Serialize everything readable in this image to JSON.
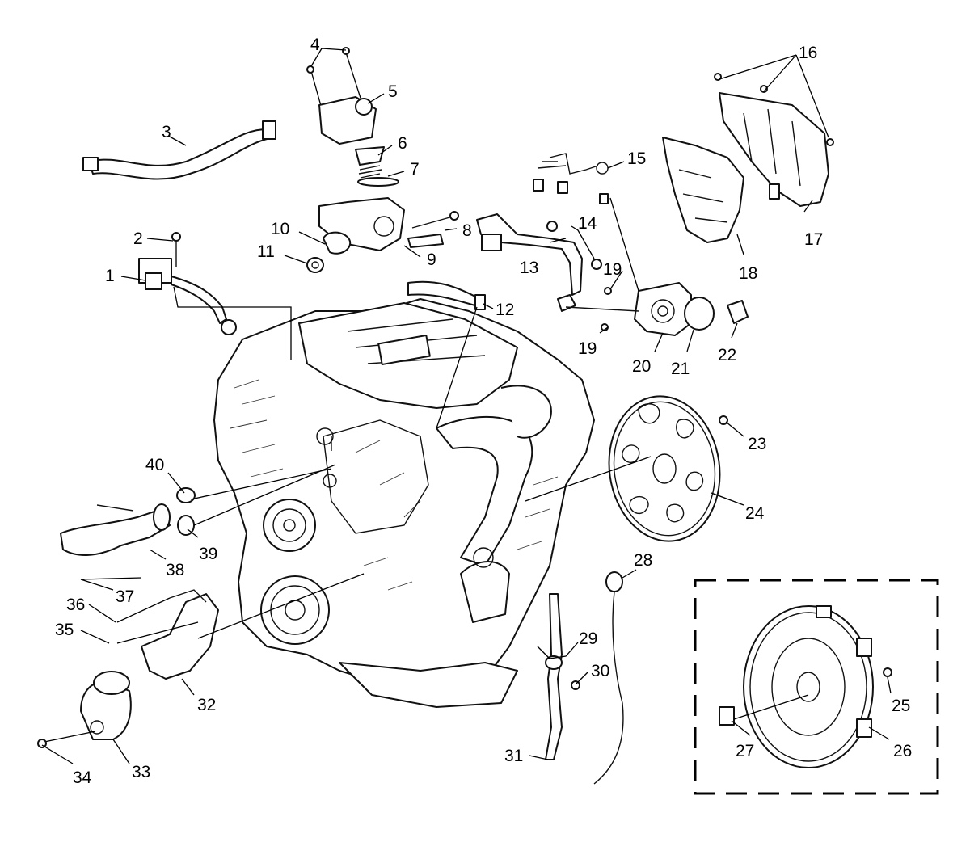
{
  "diagram": {
    "callouts": {
      "c1": "1",
      "c2": "2",
      "c3": "3",
      "c4": "4",
      "c5": "5",
      "c6": "6",
      "c7": "7",
      "c8": "8",
      "c9": "9",
      "c10": "10",
      "c11": "11",
      "c12": "12",
      "c13": "13",
      "c14": "14",
      "c15": "15",
      "c16": "16",
      "c17": "17",
      "c18": "18",
      "c19a": "19",
      "c19b": "19",
      "c20": "20",
      "c21": "21",
      "c22": "22",
      "c23": "23",
      "c24": "24",
      "c25": "25",
      "c26": "26",
      "c27": "27",
      "c28": "28",
      "c29": "29",
      "c30": "30",
      "c31": "31",
      "c32": "32",
      "c33": "33",
      "c34": "34",
      "c35": "35",
      "c36": "36",
      "c37": "37",
      "c38": "38",
      "c39": "39",
      "c40": "40"
    },
    "style": {
      "line_color": "#111111",
      "background": "#ffffff"
    }
  }
}
